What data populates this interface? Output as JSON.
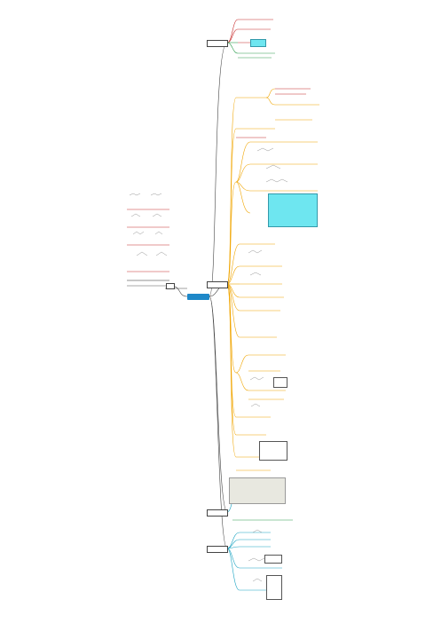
{
  "root": {
    "label": ""
  },
  "topics": [
    {
      "id": "t1",
      "label": ""
    },
    {
      "id": "t2",
      "label": ""
    },
    {
      "id": "t3",
      "label": ""
    },
    {
      "id": "t4",
      "label": ""
    },
    {
      "id": "t5",
      "label": ""
    }
  ],
  "left_branch": {
    "label": ""
  },
  "colors": {
    "root": "#1e88c8",
    "red_branch": "#c62828",
    "orange_branch": "#f0a500",
    "green_branch": "#2e9e4f",
    "teal_branch": "#19a3c2",
    "line": "#555555",
    "highlight": "#6ee6f0"
  }
}
